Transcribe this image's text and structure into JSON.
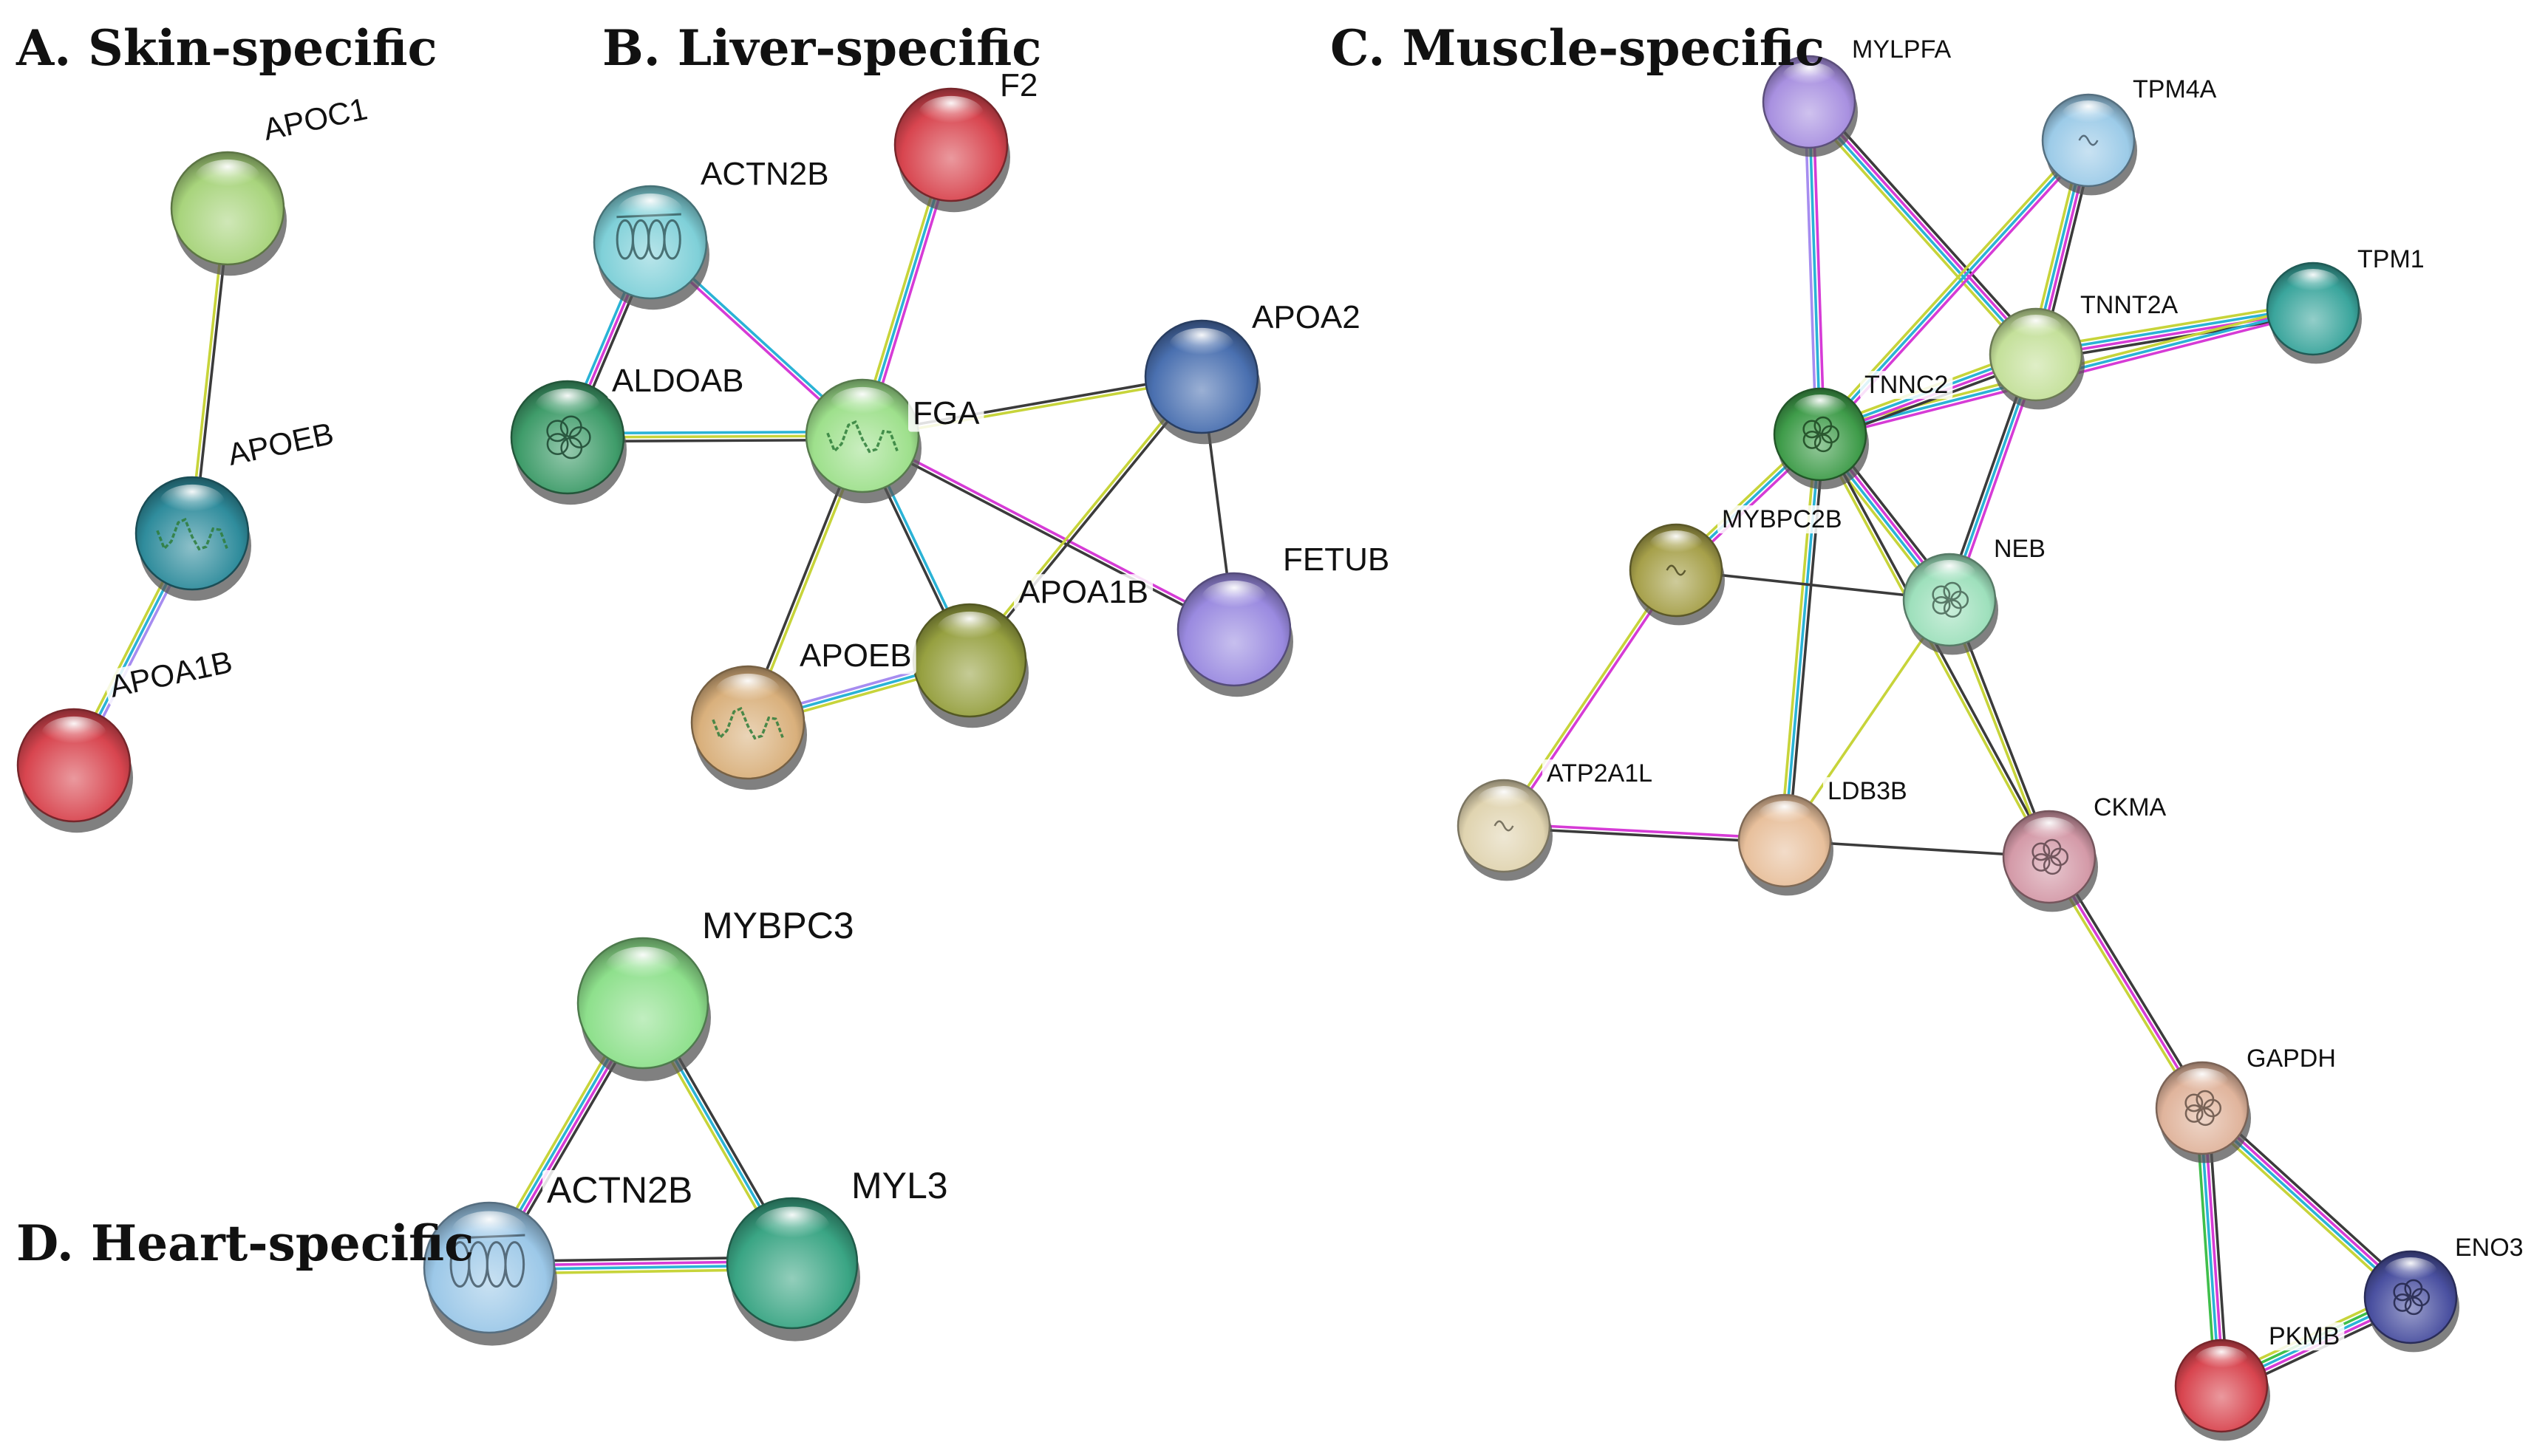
{
  "panels": [
    {
      "key": "A",
      "title": "A. Skin-specific"
    },
    {
      "key": "B",
      "title": "B. Liver-specific"
    },
    {
      "key": "C",
      "title": "C. Muscle-specific"
    },
    {
      "key": "D",
      "title": "D. Heart-specific"
    }
  ],
  "edge_colors": {
    "black": "#3b3b3b",
    "yellow": "#c7d43a",
    "blue": "#2ab3d6",
    "magenta": "#d63bd6",
    "purple": "#a68cf0",
    "green": "#3fbf4a"
  },
  "networks": {
    "A": {
      "nodes": [
        {
          "id": "APOC1",
          "label": "APOC1",
          "color": "#a8d47c",
          "rotate": -12
        },
        {
          "id": "APOEB",
          "label": "APOEB",
          "color": "#2f8c9c",
          "rotate": -12,
          "structure": "coil"
        },
        {
          "id": "APOA1B",
          "label": "APOA1B",
          "color": "#d8454f",
          "rotate": -12
        }
      ],
      "edges": [
        {
          "a": "APOC1",
          "b": "APOEB",
          "kinds": [
            "black",
            "yellow"
          ]
        },
        {
          "a": "APOEB",
          "b": "APOA1B",
          "kinds": [
            "purple",
            "blue",
            "yellow"
          ]
        }
      ]
    },
    "B": {
      "nodes": [
        {
          "id": "F2",
          "label": "F2",
          "color": "#d8454f"
        },
        {
          "id": "ACTN2B",
          "label": "ACTN2B",
          "color": "#7fd0d8",
          "structure": "helix"
        },
        {
          "id": "ALDOAB",
          "label": "ALDOAB",
          "color": "#3f9c6a",
          "structure": "blob"
        },
        {
          "id": "FGA",
          "label": "FGA",
          "color": "#9ee08c",
          "structure": "coil"
        },
        {
          "id": "APOA2",
          "label": "APOA2",
          "color": "#4a70b0"
        },
        {
          "id": "FETUB",
          "label": "FETUB",
          "color": "#9a8ae0"
        },
        {
          "id": "APOA1B",
          "label": "APOA1B",
          "color": "#96a040"
        },
        {
          "id": "APOEB",
          "label": "APOEB",
          "color": "#d9b07c",
          "structure": "coil"
        }
      ],
      "edges": [
        {
          "a": "F2",
          "b": "FGA",
          "kinds": [
            "magenta",
            "blue",
            "yellow"
          ]
        },
        {
          "a": "ACTN2B",
          "b": "ALDOAB",
          "kinds": [
            "black",
            "magenta",
            "blue"
          ]
        },
        {
          "a": "ACTN2B",
          "b": "FGA",
          "kinds": [
            "blue",
            "magenta"
          ]
        },
        {
          "a": "ALDOAB",
          "b": "FGA",
          "kinds": [
            "blue",
            "yellow",
            "black"
          ]
        },
        {
          "a": "FGA",
          "b": "APOA2",
          "kinds": [
            "black",
            "yellow"
          ]
        },
        {
          "a": "FGA",
          "b": "FETUB",
          "kinds": [
            "magenta",
            "black"
          ]
        },
        {
          "a": "FGA",
          "b": "APOA1B",
          "kinds": [
            "blue",
            "black"
          ]
        },
        {
          "a": "FGA",
          "b": "APOEB",
          "kinds": [
            "yellow",
            "black"
          ]
        },
        {
          "a": "APOA2",
          "b": "APOA1B",
          "kinds": [
            "black",
            "yellow"
          ]
        },
        {
          "a": "APOA2",
          "b": "FETUB",
          "kinds": [
            "black"
          ]
        },
        {
          "a": "APOEB",
          "b": "APOA1B",
          "kinds": [
            "purple",
            "blue",
            "yellow"
          ]
        }
      ]
    },
    "C": {
      "nodes": [
        {
          "id": "MYLPFA",
          "label": "MYLPFA",
          "color": "#a890e0"
        },
        {
          "id": "TPM4A",
          "label": "TPM4A",
          "color": "#9ccbe8",
          "structure": "tiny"
        },
        {
          "id": "TPM1",
          "label": "TPM1",
          "color": "#3aa59c"
        },
        {
          "id": "TNNT2A",
          "label": "TNNT2A",
          "color": "#c4e09a"
        },
        {
          "id": "TNNC2",
          "label": "TNNC2",
          "color": "#3f9c4a",
          "structure": "blob"
        },
        {
          "id": "MYBPC2B",
          "label": "MYBPC2B",
          "color": "#a6a04a",
          "structure": "tiny"
        },
        {
          "id": "NEB",
          "label": "NEB",
          "color": "#9ee0bc",
          "structure": "blob"
        },
        {
          "id": "ATP2A1L",
          "label": "ATP2A1L",
          "color": "#e0d4b0",
          "structure": "tiny"
        },
        {
          "id": "LDB3B",
          "label": "LDB3B",
          "color": "#e8c09c"
        },
        {
          "id": "CKMA",
          "label": "CKMA",
          "color": "#d49aa8",
          "structure": "blob"
        },
        {
          "id": "GAPDH",
          "label": "GAPDH",
          "color": "#e0b49c",
          "structure": "blob"
        },
        {
          "id": "ENO3",
          "label": "ENO3",
          "color": "#4a50a0",
          "structure": "blob"
        },
        {
          "id": "PKMB",
          "label": "PKMB",
          "color": "#d8454f"
        }
      ],
      "edges": [
        {
          "a": "MYLPFA",
          "b": "TNNC2",
          "kinds": [
            "magenta",
            "blue",
            "purple"
          ]
        },
        {
          "a": "MYLPFA",
          "b": "TNNT2A",
          "kinds": [
            "black",
            "magenta",
            "blue",
            "yellow"
          ]
        },
        {
          "a": "TPM4A",
          "b": "TNNC2",
          "kinds": [
            "magenta",
            "blue",
            "yellow"
          ]
        },
        {
          "a": "TPM4A",
          "b": "TNNT2A",
          "kinds": [
            "black",
            "magenta",
            "blue",
            "yellow"
          ]
        },
        {
          "a": "TPM1",
          "b": "TNNT2A",
          "kinds": [
            "black",
            "magenta",
            "blue",
            "yellow"
          ]
        },
        {
          "a": "TPM1",
          "b": "TNNC2",
          "kinds": [
            "magenta",
            "blue",
            "yellow"
          ]
        },
        {
          "a": "TNNT2A",
          "b": "TNNC2",
          "kinds": [
            "black",
            "magenta",
            "blue",
            "yellow"
          ]
        },
        {
          "a": "TNNT2A",
          "b": "NEB",
          "kinds": [
            "magenta",
            "blue",
            "black"
          ]
        },
        {
          "a": "TNNC2",
          "b": "MYBPC2B",
          "kinds": [
            "magenta",
            "blue",
            "yellow"
          ]
        },
        {
          "a": "TNNC2",
          "b": "NEB",
          "kinds": [
            "black",
            "magenta",
            "blue",
            "yellow"
          ]
        },
        {
          "a": "TNNC2",
          "b": "LDB3B",
          "kinds": [
            "black",
            "blue",
            "yellow"
          ]
        },
        {
          "a": "TNNC2",
          "b": "CKMA",
          "kinds": [
            "black",
            "yellow"
          ]
        },
        {
          "a": "MYBPC2B",
          "b": "NEB",
          "kinds": [
            "black"
          ]
        },
        {
          "a": "MYBPC2B",
          "b": "ATP2A1L",
          "kinds": [
            "magenta",
            "yellow"
          ]
        },
        {
          "a": "NEB",
          "b": "LDB3B",
          "kinds": [
            "yellow"
          ]
        },
        {
          "a": "NEB",
          "b": "CKMA",
          "kinds": [
            "black",
            "yellow"
          ]
        },
        {
          "a": "ATP2A1L",
          "b": "LDB3B",
          "kinds": [
            "magenta",
            "black"
          ]
        },
        {
          "a": "LDB3B",
          "b": "CKMA",
          "kinds": [
            "black"
          ]
        },
        {
          "a": "CKMA",
          "b": "GAPDH",
          "kinds": [
            "black",
            "magenta",
            "yellow"
          ]
        },
        {
          "a": "GAPDH",
          "b": "ENO3",
          "kinds": [
            "black",
            "magenta",
            "blue",
            "yellow"
          ]
        },
        {
          "a": "GAPDH",
          "b": "PKMB",
          "kinds": [
            "black",
            "magenta",
            "blue",
            "green"
          ]
        },
        {
          "a": "ENO3",
          "b": "PKMB",
          "kinds": [
            "black",
            "magenta",
            "blue",
            "green",
            "yellow"
          ]
        }
      ]
    },
    "D": {
      "nodes": [
        {
          "id": "MYBPC3",
          "label": "MYBPC3",
          "color": "#8ee08c"
        },
        {
          "id": "ACTN2B",
          "label": "ACTN2B",
          "color": "#9cc8e8",
          "structure": "helix"
        },
        {
          "id": "MYL3",
          "label": "MYL3",
          "color": "#3aa584"
        }
      ],
      "edges": [
        {
          "a": "MYBPC3",
          "b": "ACTN2B",
          "kinds": [
            "black",
            "magenta",
            "blue",
            "yellow"
          ]
        },
        {
          "a": "MYBPC3",
          "b": "MYL3",
          "kinds": [
            "black",
            "blue",
            "yellow"
          ]
        },
        {
          "a": "ACTN2B",
          "b": "MYL3",
          "kinds": [
            "black",
            "magenta",
            "blue",
            "yellow"
          ]
        }
      ]
    }
  }
}
